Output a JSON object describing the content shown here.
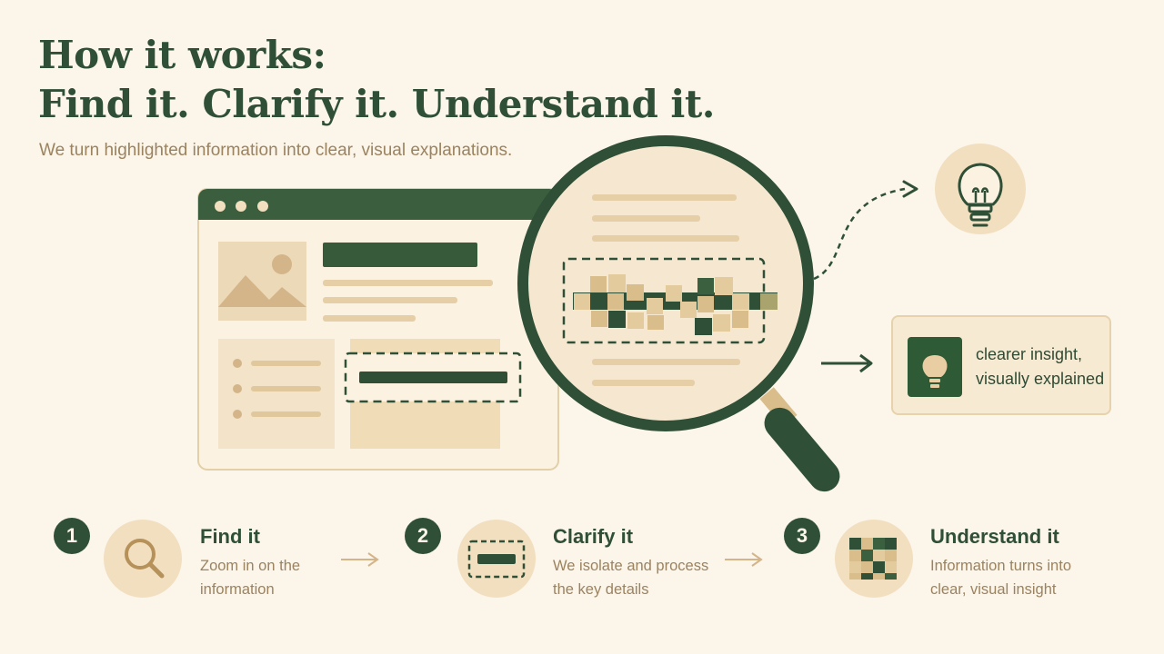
{
  "header": {
    "title_line1": "How it works:",
    "title_line2": "Find it. Clarify it. Understand it.",
    "subtitle": "We turn highlighted information into clear, visual explanations."
  },
  "output_card": {
    "line1": "clearer insight,",
    "line2": "visually explained"
  },
  "steps": [
    {
      "number": "1",
      "title": "Find it",
      "desc_line1": "Zoom in on the",
      "desc_line2": "information",
      "icon": "magnifier-icon"
    },
    {
      "number": "2",
      "title": "Clarify it",
      "desc_line1": "We isolate and process",
      "desc_line2": "the key details",
      "icon": "dashed-highlight-icon"
    },
    {
      "number": "3",
      "title": "Understand it",
      "desc_line1": "Information turns into",
      "desc_line2": "clear, visual insight",
      "icon": "pixel-grid-icon"
    }
  ],
  "colors": {
    "background": "#fbf5ea",
    "dark_green": "#2f4f36",
    "tan": "#e6cfa6",
    "light_beige": "#f2dfbf",
    "muted_brown": "#9c835f"
  }
}
